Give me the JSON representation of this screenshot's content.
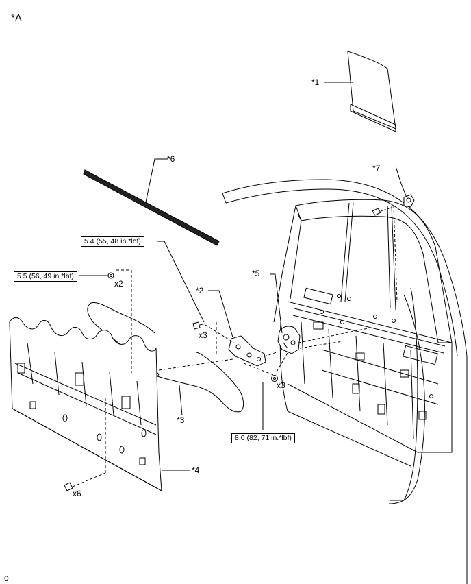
{
  "view_label": "*A",
  "callouts": {
    "p1": "*1",
    "p2": "*2",
    "p3": "*3",
    "p4": "*4",
    "p5": "*5",
    "p6": "*6",
    "p7": "*7"
  },
  "torque_specs": {
    "bolt_upper": "5.4 (55, 48 in.*lbf)",
    "nut_left": "5.5 (56, 49 in.*lbf)",
    "nut_right": "8.0 (82, 71 in.*lbf)"
  },
  "quantities": {
    "nut_left": "x2",
    "bolt_upper": "x3",
    "nut_right": "x3",
    "clip": "x6"
  },
  "footer_mark": "o"
}
